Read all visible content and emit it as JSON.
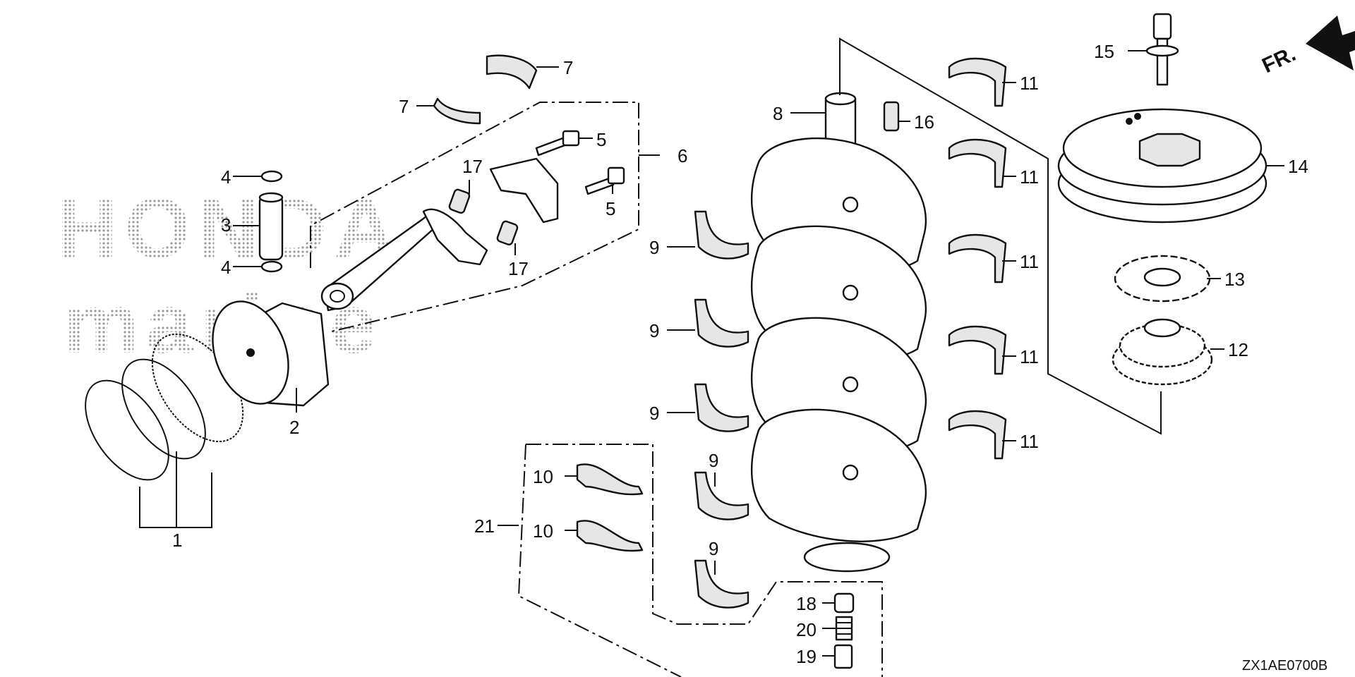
{
  "watermark": {
    "line1": "HONDA",
    "line2": "marine"
  },
  "orientation": {
    "label": "FR."
  },
  "diagram_code": "ZX1AE0700B",
  "callouts": {
    "c1": "1",
    "c2": "2",
    "c3": "3",
    "c4a": "4",
    "c4b": "4",
    "c5a": "5",
    "c5b": "5",
    "c6": "6",
    "c7a": "7",
    "c7b": "7",
    "c8": "8",
    "c9a": "9",
    "c9b": "9",
    "c9c": "9",
    "c9d": "9",
    "c9e": "9",
    "c10a": "10",
    "c10b": "10",
    "c11a": "11",
    "c11b": "11",
    "c11c": "11",
    "c11d": "11",
    "c11e": "11",
    "c12": "12",
    "c13": "13",
    "c14": "14",
    "c15": "15",
    "c16": "16",
    "c17a": "17",
    "c17b": "17",
    "c18": "18",
    "c19": "19",
    "c20": "20",
    "c21": "21"
  }
}
